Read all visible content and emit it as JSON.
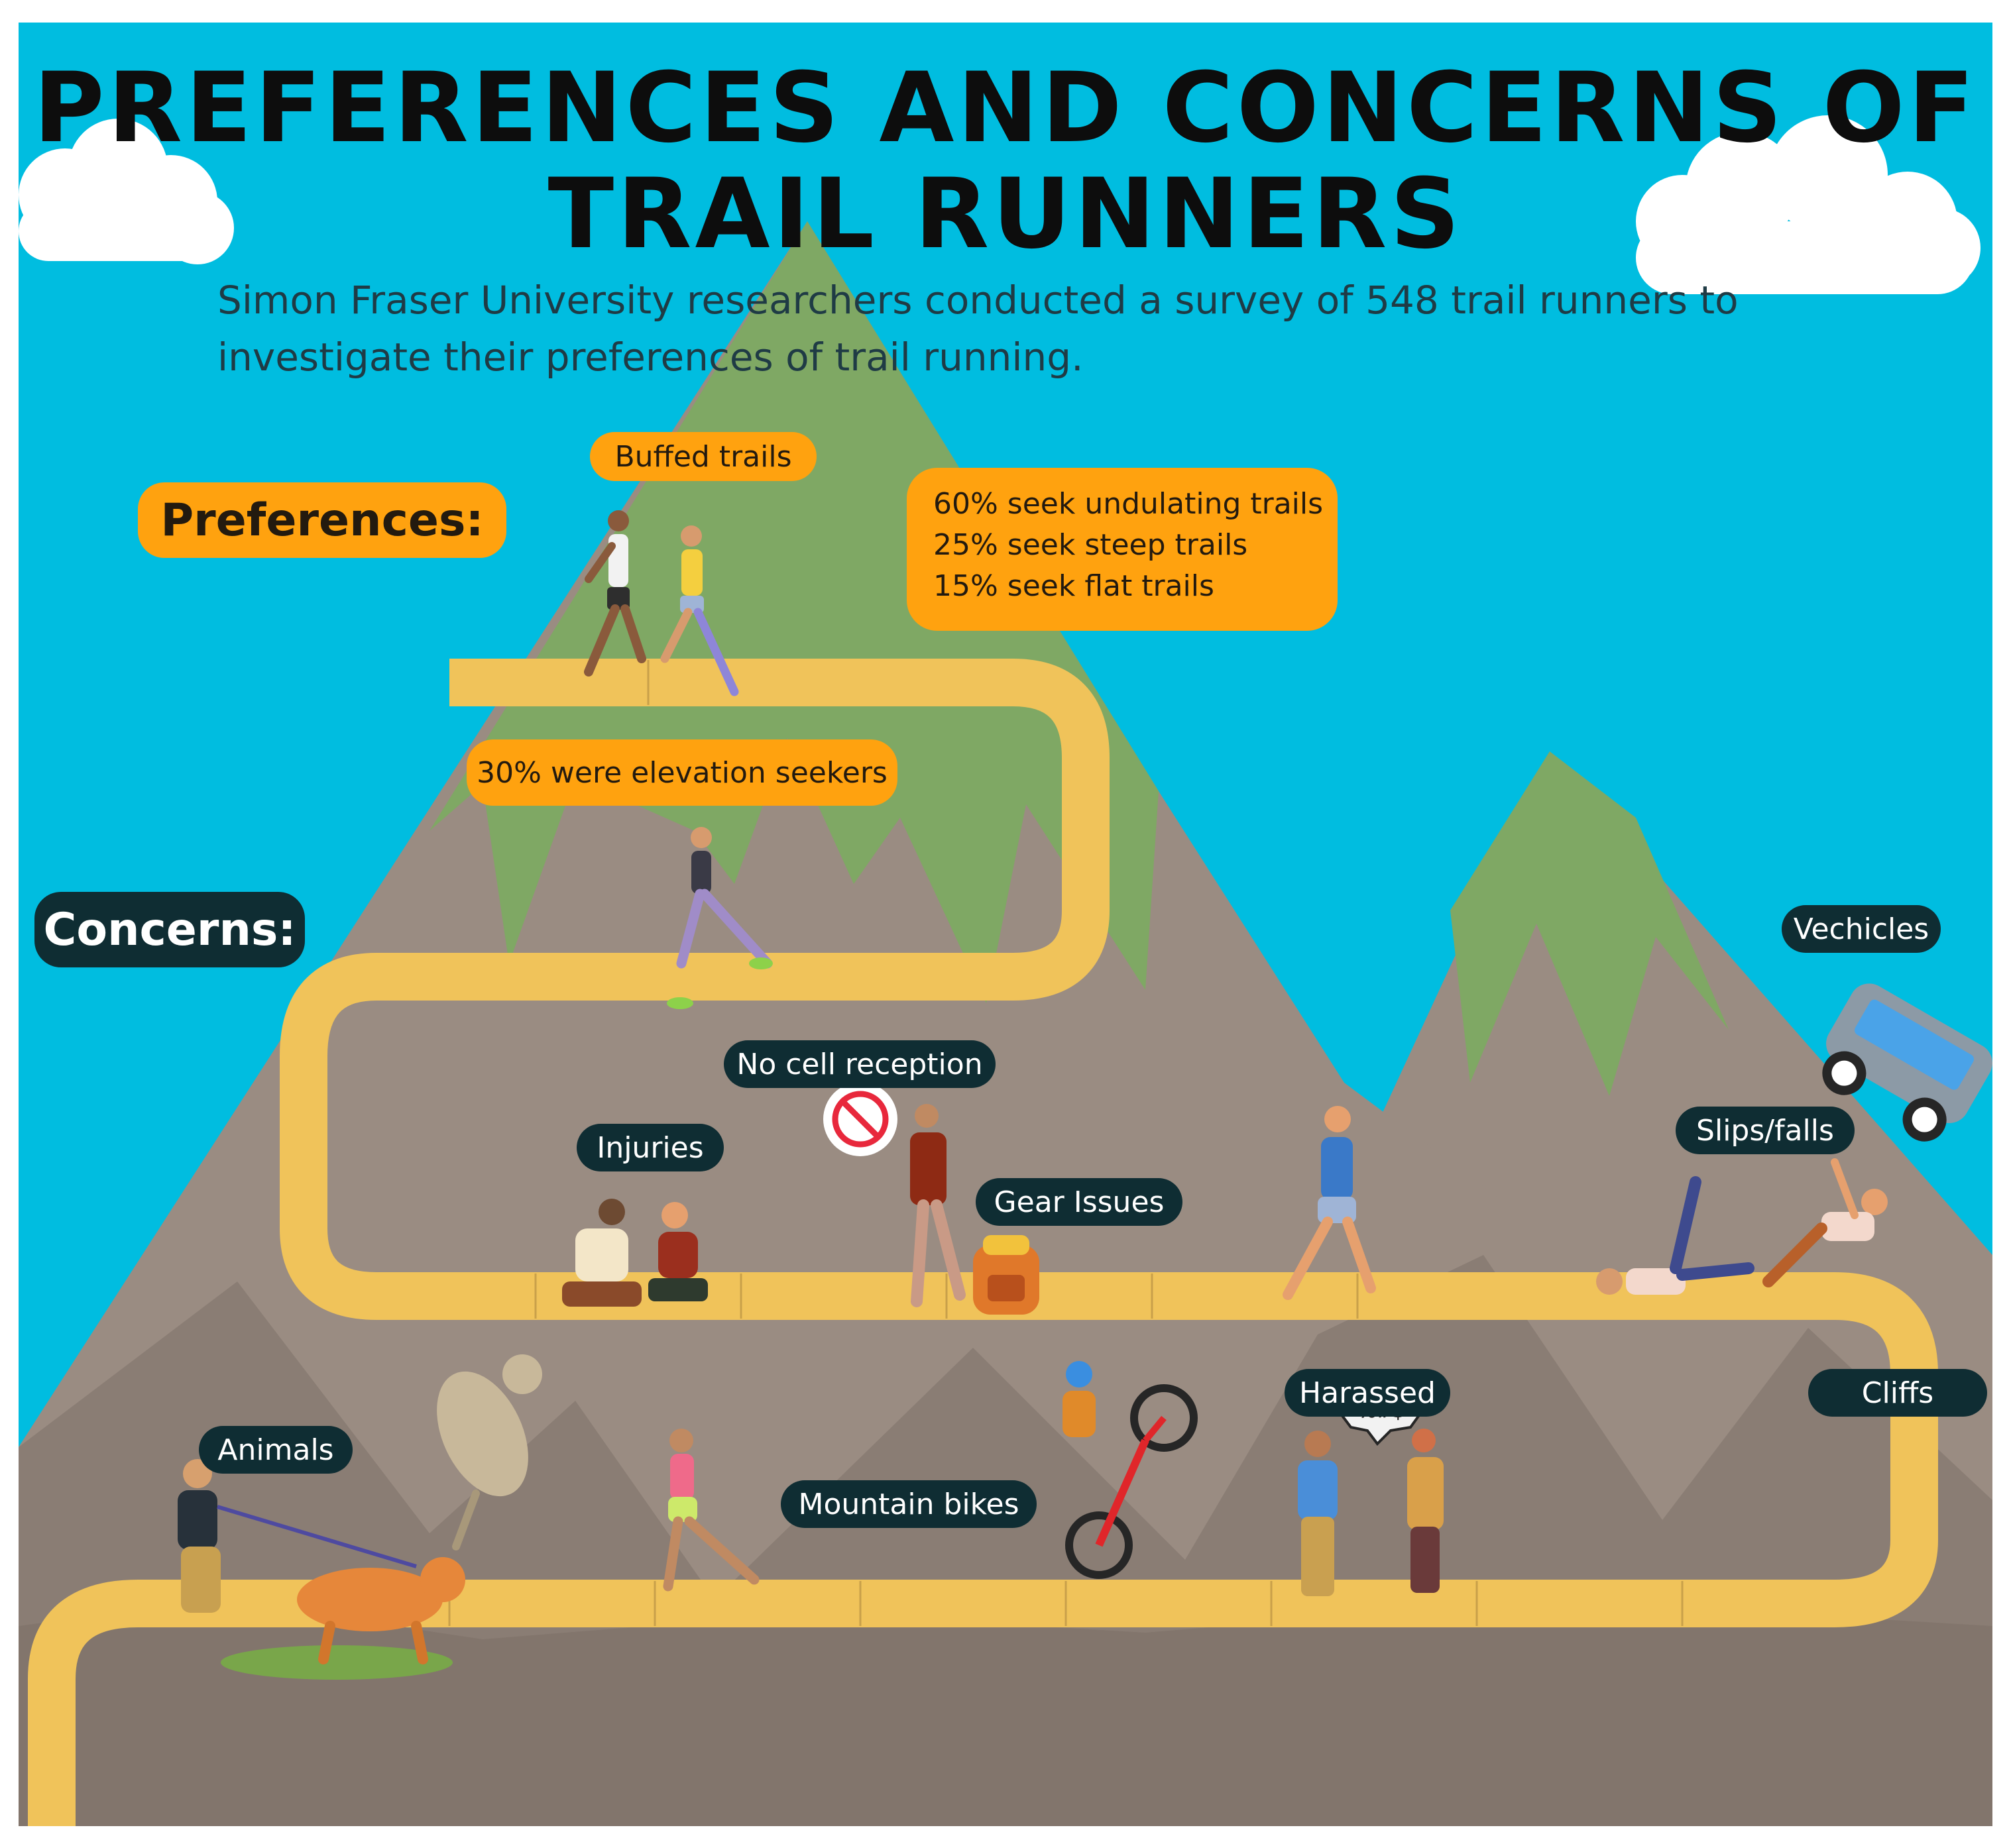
{
  "title": {
    "line1": "PREFERENCES AND CONCERNS OF",
    "line2": "TRAIL RUNNERS"
  },
  "subtitle": {
    "line1": "Simon Fraser University researchers conducted a survey of 548 trail runners to",
    "line2": "investigate their preferences of trail running."
  },
  "preferences": {
    "heading": "Preferences:",
    "buffed": "Buffed trails",
    "trail_stats": [
      "60% seek undulating trails",
      "25% seek steep trails",
      "15% seek flat trails"
    ],
    "elevation": "30% were elevation seekers"
  },
  "concerns": {
    "heading": "Concerns:",
    "items": {
      "no_cell": "No cell reception",
      "injuries": "Injuries",
      "gear": "Gear Issues",
      "vehicles": "Vechicles",
      "slips": "Slips/falls",
      "harassed": "Harassed",
      "cliffs": "Cliffs",
      "animals": "Animals",
      "bikes": "Mountain bikes"
    }
  },
  "harassed_bubble_text": "%#$",
  "colors": {
    "sky": "#00bde0",
    "mountain": "#9a8c82",
    "peak_green": "#7fa864",
    "trail": "#f0c35a",
    "orange_label": "#ffa20f",
    "dark_label": "#0f2d33"
  }
}
